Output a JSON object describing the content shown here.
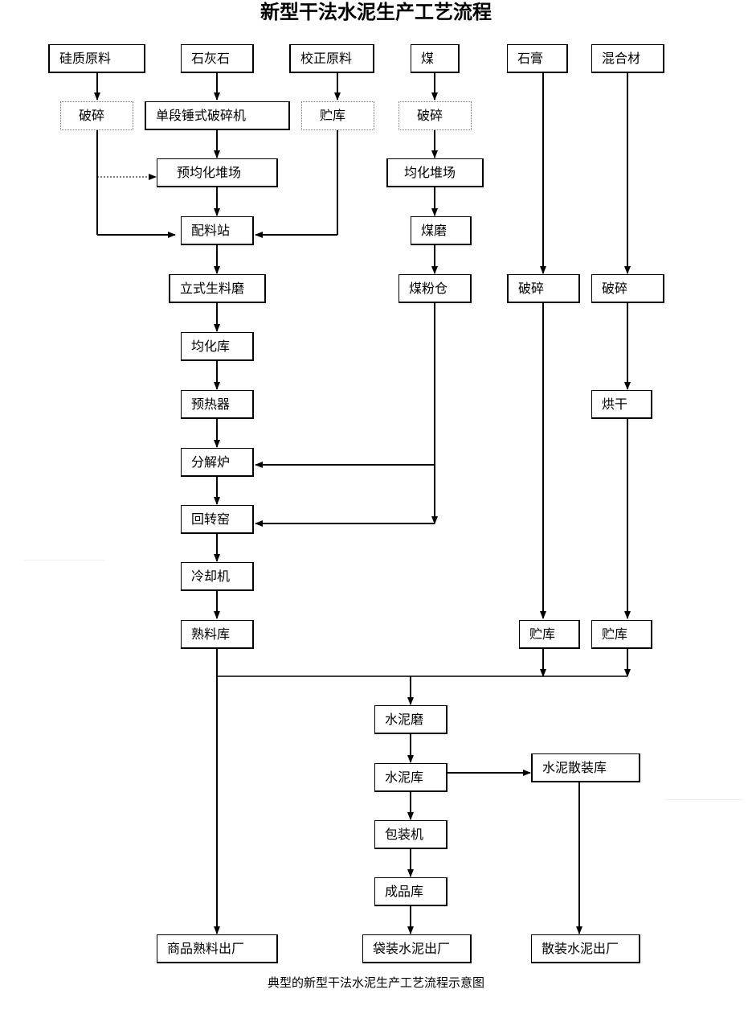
{
  "title": "新型干法水泥生产工艺流程",
  "caption": "典型的新型干法水泥生产工艺流程示意图",
  "nodes": {
    "silica": "硅质原料",
    "limestone": "石灰石",
    "correction": "校正原料",
    "coal": "煤",
    "gypsum": "石膏",
    "mixture": "混合材",
    "silica_crush": "破碎",
    "hammer_crusher": "单段锤式破碎机",
    "correction_storage": "贮库",
    "coal_crush": "破碎",
    "pre_homog_yard": "预均化堆场",
    "homog_yard": "均化堆场",
    "batching": "配料站",
    "coal_mill": "煤磨",
    "raw_mill": "立式生料磨",
    "coal_bin": "煤粉仓",
    "gypsum_crush": "破碎",
    "mixture_crush": "破碎",
    "homog_silo": "均化库",
    "preheater": "预热器",
    "drying": "烘干",
    "calciner": "分解炉",
    "kiln": "回转窑",
    "cooler": "冷却机",
    "clinker_silo": "熟料库",
    "gypsum_storage": "贮库",
    "mixture_storage": "贮库",
    "cement_mill": "水泥磨",
    "cement_silo": "水泥库",
    "bulk_silo": "水泥散装库",
    "packer": "包装机",
    "product_store": "成品库",
    "clinker_out": "商品熟料出厂",
    "bag_out": "袋装水泥出厂",
    "bulk_out": "散装水泥出厂"
  }
}
